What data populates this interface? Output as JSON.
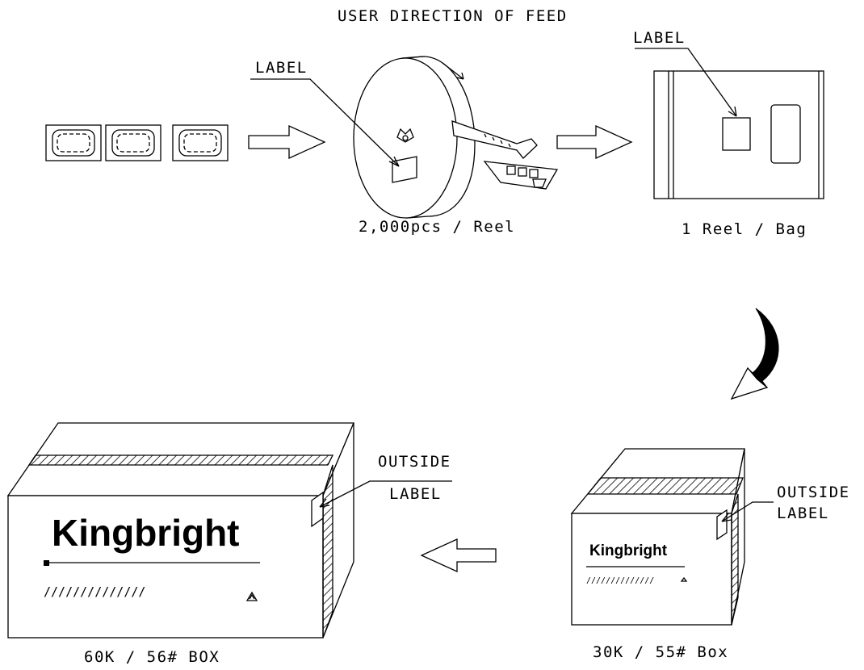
{
  "title": "USER DIRECTION OF FEED",
  "callouts": {
    "reel_label": "LABEL",
    "bag_label": "LABEL",
    "big_box_label_line1": "OUTSIDE",
    "big_box_label_line2": "LABEL",
    "small_box_label_line1": "OUTSIDE",
    "small_box_label_line2": "LABEL"
  },
  "stages": {
    "reel_caption": "2,000pcs / Reel",
    "bag_caption": "1 Reel / Bag",
    "small_box_caption": "30K / 55# Box",
    "big_box_caption": "60K / 56# BOX"
  },
  "brand": {
    "big_box": "Kingbright",
    "small_box": "Kingbright"
  },
  "components_count": 3
}
